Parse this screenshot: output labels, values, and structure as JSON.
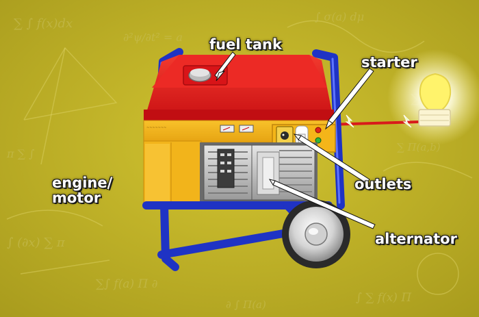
{
  "labels": {
    "fuel_tank": "fuel tank",
    "starter": "starter",
    "engine_line1": "engine/",
    "engine_line2": "motor",
    "outlets": "outlets",
    "alternator": "alternator"
  },
  "colors": {
    "background": "#c8bb28",
    "tank_red": "#e5161b",
    "body_yellow": "#f3b41b",
    "frame_blue": "#1f33c4",
    "bulb_yellow": "#fff36b"
  },
  "icons": [
    "light-bulb-icon",
    "spark-icon"
  ]
}
